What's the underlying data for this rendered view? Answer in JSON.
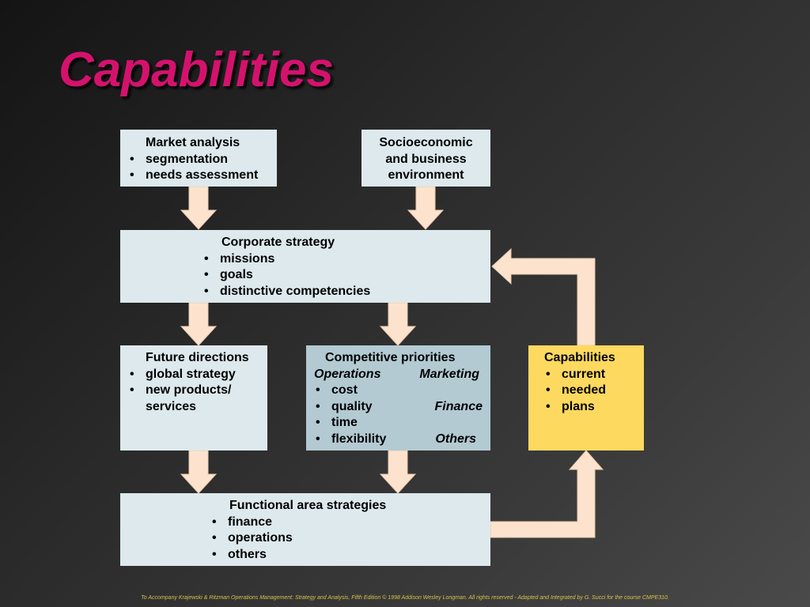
{
  "title": "Capabilities",
  "colors": {
    "title": "#d4126e",
    "box_light": "#dde9ec",
    "box_blue": "#b3cad3",
    "box_yellow": "#fdd95f",
    "arrow_fill": "#fde3cd",
    "footer_text": "#d6c24a"
  },
  "boxes": {
    "market": {
      "heading": "Market analysis",
      "bullets": [
        "segmentation",
        "needs assessment"
      ]
    },
    "socio": {
      "lines": [
        "Socioeconomic",
        "and business",
        "environment"
      ]
    },
    "corporate": {
      "heading": "Corporate strategy",
      "bullets": [
        "missions",
        "goals",
        "distinctive competencies"
      ]
    },
    "future": {
      "heading": "Future directions",
      "bullets": [
        "global strategy",
        "new products/"
      ],
      "continuation": "services"
    },
    "competitive": {
      "heading": "Competitive priorities",
      "col_left_heading": "Operations",
      "col_right_heading": "Marketing",
      "bullets": [
        "cost",
        "quality",
        "time",
        "flexibility"
      ],
      "right_labels": [
        "Finance",
        "Others"
      ]
    },
    "capabilities": {
      "heading": "Capabilities",
      "bullets": [
        "current",
        "needed",
        "plans"
      ]
    },
    "functional": {
      "heading": "Functional area strategies",
      "bullets": [
        "finance",
        "operations",
        "others"
      ]
    }
  },
  "footer": "To Accompany Krajewski & Ritzman Operations Management: Strategy and Analysis, Fifth Edition © 1998 Addison Wesley Longman. All rights reserved - Adapted and Integrated by G. Succi for the course CMPE310."
}
